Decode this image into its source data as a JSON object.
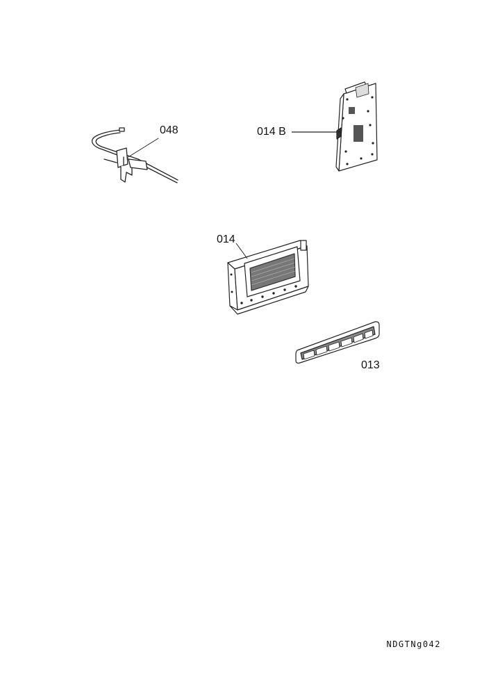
{
  "parts": {
    "sensor": {
      "label": "048",
      "icon": "wire-sensor-icon"
    },
    "display_board": {
      "label": "014 B",
      "icon": "circuit-board-icon"
    },
    "control_panel": {
      "label": "014",
      "icon": "control-panel-icon"
    },
    "key_pad": {
      "label": "013",
      "icon": "button-strip-icon"
    }
  },
  "footer": {
    "reference": "NDGTNg042"
  },
  "colors": {
    "line": "#222222",
    "fill": "#ffffff",
    "shade": "#555555"
  }
}
